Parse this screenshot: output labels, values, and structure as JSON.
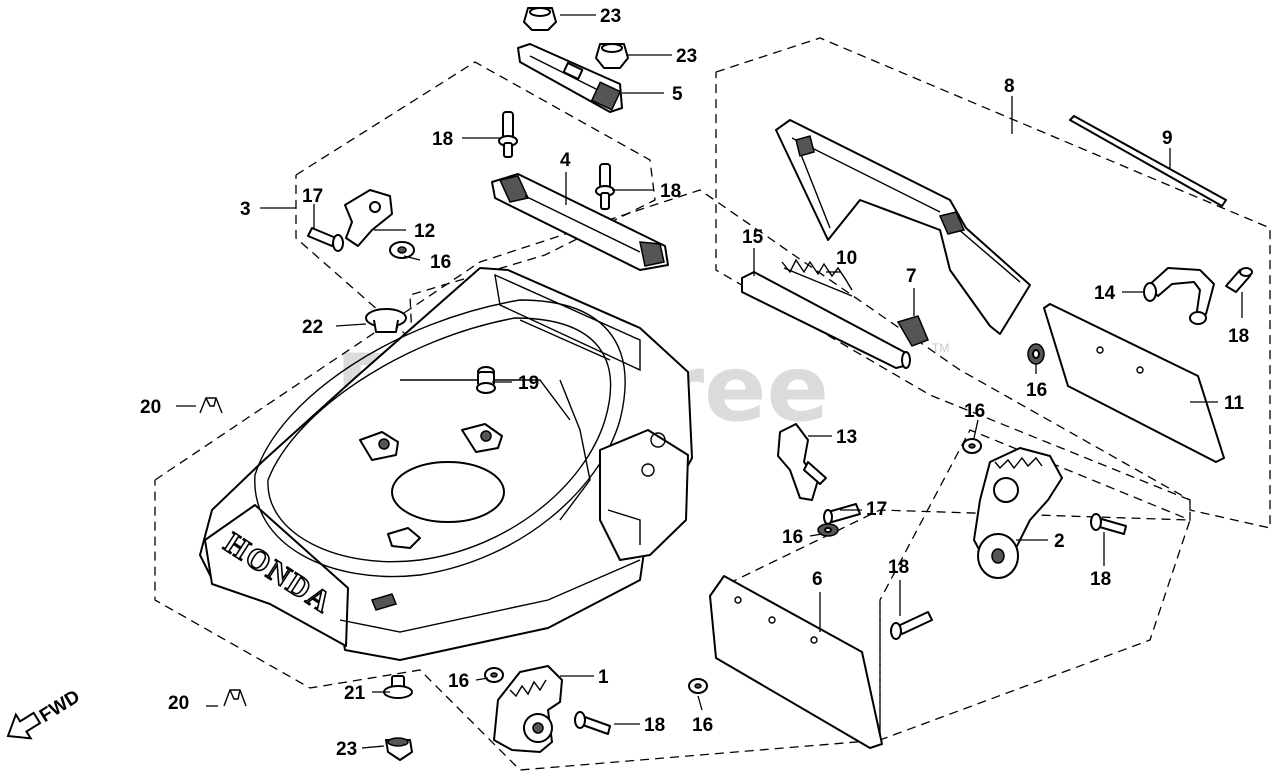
{
  "watermark": {
    "text": "PartsTree",
    "tm": "TM"
  },
  "deck_brand": "HONDA",
  "direction": {
    "label": "FWD"
  },
  "callouts": [
    {
      "label": "23",
      "part": "nut"
    },
    {
      "label": "23",
      "part": "nut"
    },
    {
      "label": "5",
      "part": "hinge bracket"
    },
    {
      "label": "8",
      "part": "rear door"
    },
    {
      "label": "9",
      "part": "door shaft"
    },
    {
      "label": "18",
      "part": "pin"
    },
    {
      "label": "4",
      "part": "door bracket"
    },
    {
      "label": "18",
      "part": "pin"
    },
    {
      "label": "3",
      "part": "wheel lever set"
    },
    {
      "label": "17",
      "part": "pin"
    },
    {
      "label": "12",
      "part": "lever"
    },
    {
      "label": "16",
      "part": "washer"
    },
    {
      "label": "15",
      "part": "door rod"
    },
    {
      "label": "10",
      "part": "spring"
    },
    {
      "label": "7",
      "part": "clip"
    },
    {
      "label": "14",
      "part": "handle"
    },
    {
      "label": "18",
      "part": "pin"
    },
    {
      "label": "22",
      "part": "cap"
    },
    {
      "label": "19",
      "part": "grease fitting"
    },
    {
      "label": "16",
      "part": "washer"
    },
    {
      "label": "11",
      "part": "plate"
    },
    {
      "label": "20",
      "part": "clip"
    },
    {
      "label": "13",
      "part": "lever"
    },
    {
      "label": "16",
      "part": "washer"
    },
    {
      "label": "17",
      "part": "pin"
    },
    {
      "label": "16",
      "part": "washer"
    },
    {
      "label": "2",
      "part": "height adjuster right"
    },
    {
      "label": "18",
      "part": "pin"
    },
    {
      "label": "18",
      "part": "pin"
    },
    {
      "label": "6",
      "part": "rear flap"
    },
    {
      "label": "1",
      "part": "height adjuster left"
    },
    {
      "label": "16",
      "part": "washer"
    },
    {
      "label": "21",
      "part": "nut"
    },
    {
      "label": "20",
      "part": "clip"
    },
    {
      "label": "18",
      "part": "pin"
    },
    {
      "label": "16",
      "part": "washer"
    },
    {
      "label": "23",
      "part": "nut"
    }
  ]
}
